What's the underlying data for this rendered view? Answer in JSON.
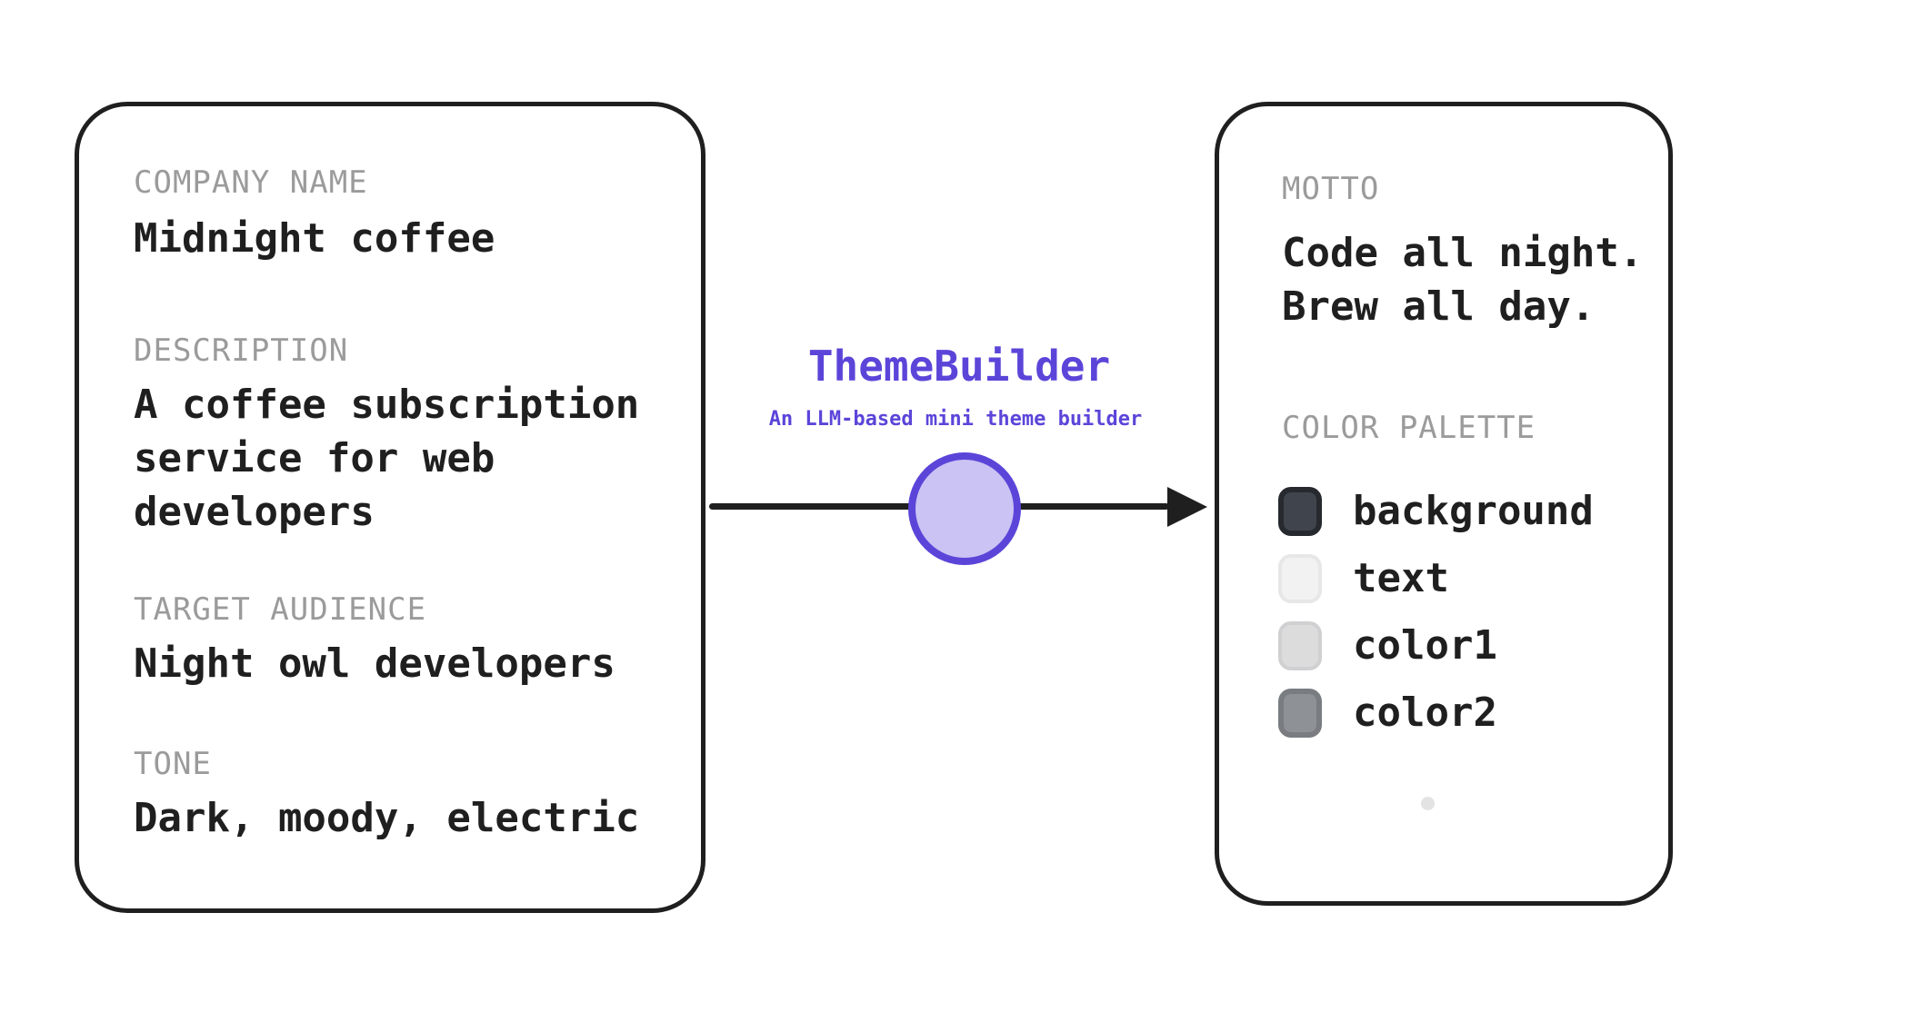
{
  "colors": {
    "ink": "#1f1f1f",
    "label_gray": "#9b9b9b",
    "accent": "#5b45d9",
    "node_fill": "#cbc3f3",
    "dot": "#e3e3e3"
  },
  "input_card": {
    "fields": [
      {
        "label": "COMPANY NAME",
        "value": "Midnight coffee"
      },
      {
        "label": "DESCRIPTION",
        "value": "A coffee subscription service for web developers"
      },
      {
        "label": "TARGET AUDIENCE",
        "value": "Night owl developers"
      },
      {
        "label": "TONE",
        "value": "Dark, moody, electric"
      }
    ]
  },
  "builder": {
    "title": "ThemeBuilder",
    "subtitle": "An LLM-based mini theme builder"
  },
  "output_card": {
    "motto_label": "MOTTO",
    "motto_lines": [
      "Code all night.",
      "Brew all day."
    ],
    "palette_label": "COLOR PALETTE",
    "palette": [
      {
        "name": "background",
        "fill": "#40454d",
        "border": "#26292e"
      },
      {
        "name": "text",
        "fill": "#f2f2f2",
        "border": "#e7e7e7"
      },
      {
        "name": "color1",
        "fill": "#dcdcdd",
        "border": "#d0d0d2"
      },
      {
        "name": "color2",
        "fill": "#8e9296",
        "border": "#797d81"
      }
    ]
  }
}
